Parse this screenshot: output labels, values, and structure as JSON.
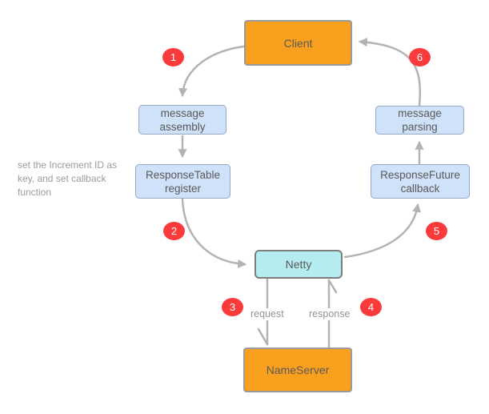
{
  "nodes": {
    "client": "Client",
    "message_assembly": "message\nassembly",
    "response_table_register": "ResponseTable\nregister",
    "netty": "Netty",
    "name_server": "NameServer",
    "message_parsing": "message\nparsing",
    "response_future_callback": "ResponseFuture\ncallback"
  },
  "note": "set the Increment ID as\nkey, and set callback\nfunction",
  "edge_labels": {
    "request": "request",
    "response": "response"
  },
  "steps": [
    "1",
    "2",
    "3",
    "4",
    "5",
    "6"
  ],
  "colors": {
    "node_orange": "#F9A01E",
    "node_blue": "#CFE2F9",
    "node_cyan": "#B4ECF0",
    "step_red": "#FB3B3B",
    "edge_gray": "#B3B3B3",
    "node_text": "#595959",
    "muted_text": "#9B9B9B"
  }
}
